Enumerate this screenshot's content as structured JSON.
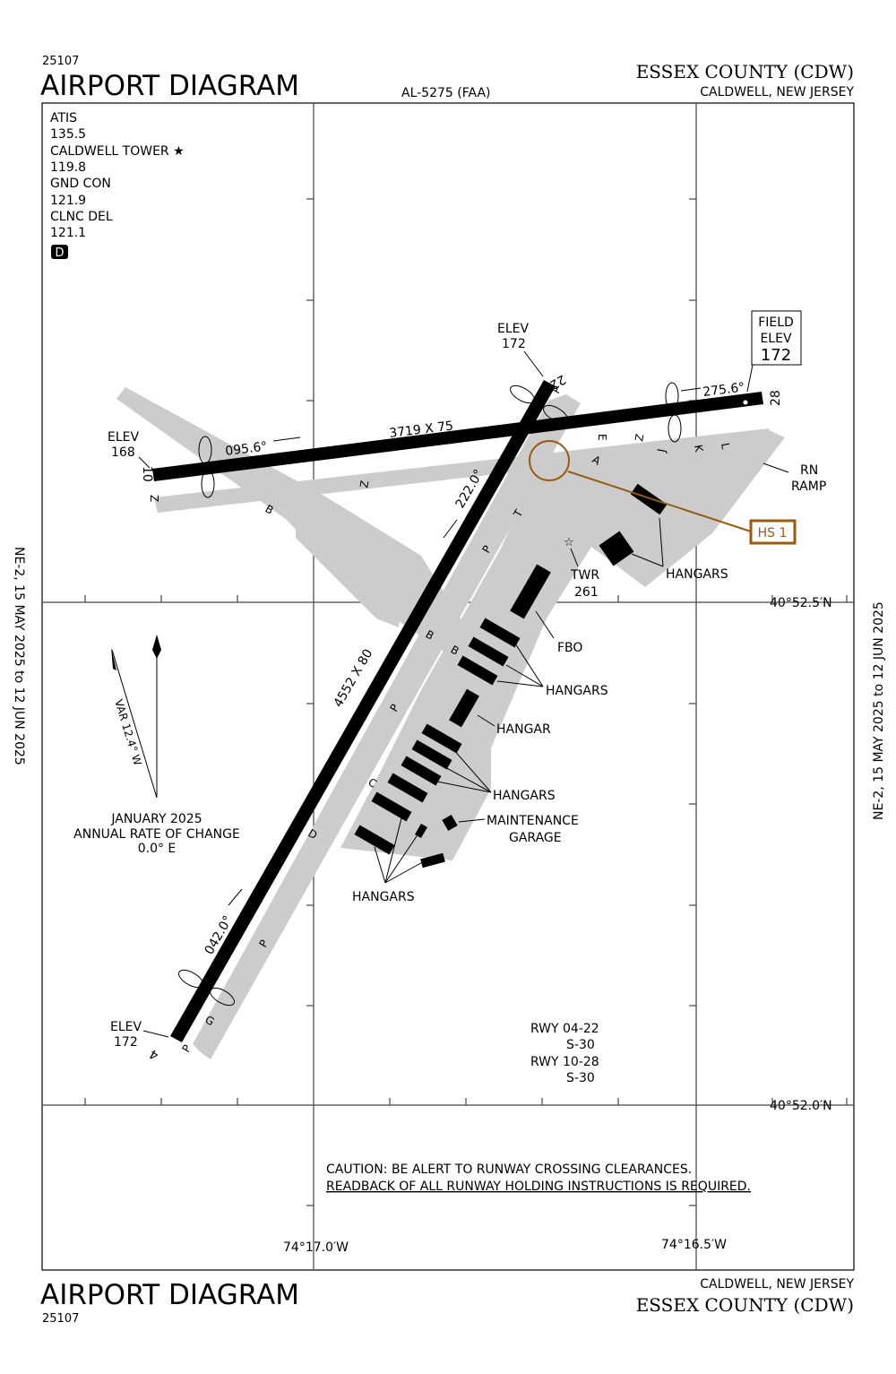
{
  "header": {
    "chart_number": "25107",
    "title": "AIRPORT DIAGRAM",
    "al_number": "AL-5275 (FAA)",
    "airport_name": "ESSEX COUNTY",
    "airport_id": "(CDW)",
    "location": "CALDWELL, NEW JERSEY"
  },
  "comms": [
    {
      "label": "ATIS",
      "freq": "135.5"
    },
    {
      "label": "CALDWELL TOWER ★",
      "freq": "119.8"
    },
    {
      "label": "GND CON",
      "freq": "121.9"
    },
    {
      "label": "CLNC DEL",
      "freq": "121.1"
    }
  ],
  "datalink_badge": "D",
  "validity": "NE-2,  15 MAY 2025  to  12 JUN 2025",
  "runways": {
    "rwy10": "10",
    "rwy28": "28",
    "rwy4": "4",
    "rwy22": "22",
    "dim_10_28": "3719 X 75",
    "dim_4_22": "4552 X 80",
    "hdg_10": "095.6°",
    "hdg_28": "275.6°",
    "hdg_22": "222.0°",
    "hdg_4": "042.0°"
  },
  "elevations": {
    "elev_label": "ELEV",
    "rwy10": "168",
    "rwy22": "172",
    "rwy4": "172",
    "field_label_1": "FIELD",
    "field_label_2": "ELEV",
    "field": "172"
  },
  "taxiways": [
    "Z",
    "B",
    "P",
    "T",
    "P",
    "E",
    "A",
    "Z",
    "J",
    "K",
    "L",
    "B",
    "B",
    "P",
    "C",
    "D",
    "P",
    "G",
    "P",
    "Z"
  ],
  "labels": {
    "rn_ramp_1": "RN",
    "rn_ramp_2": "RAMP",
    "twr": "TWR",
    "twr_elev": "261",
    "hangars": "HANGARS",
    "fbo": "FBO",
    "hangar": "HANGAR",
    "maint_1": "MAINTENANCE",
    "maint_2": "GARAGE",
    "hot_spot": "HS 1"
  },
  "magnetic": {
    "variation": "VAR 12.4° W",
    "epoch": "JANUARY 2025",
    "rate_label": "ANNUAL RATE OF CHANGE",
    "rate": "0.0° E"
  },
  "coords": {
    "lat_1": "40°52.5′N",
    "lat_2": "40°52.0′N",
    "lon_1": "74°17.0′W",
    "lon_2": "74°16.5′W"
  },
  "surface": {
    "rwy_a": "RWY 04-22",
    "rwy_a_strength": "S-30",
    "rwy_b": "RWY 10-28",
    "rwy_b_strength": "S-30"
  },
  "caution": {
    "line1": "CAUTION: BE ALERT TO RUNWAY CROSSING CLEARANCES.",
    "line2": "READBACK OF ALL RUNWAY HOLDING INSTRUCTIONS IS REQUIRED."
  },
  "colors": {
    "hot_spot": "#9a5a10",
    "pavement": "#cccccc",
    "runway": "#000000"
  }
}
